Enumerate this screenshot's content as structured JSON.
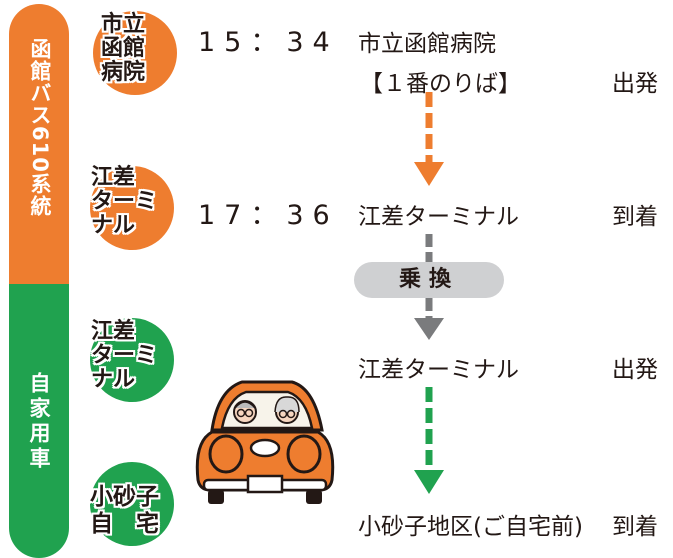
{
  "left_bar": {
    "bus_label": "函館バス610系統",
    "car_label": "自家用車",
    "bus_color": "#ee7d2f",
    "car_color": "#20a24f"
  },
  "stops": [
    {
      "label": "市立\n函館\n病院",
      "time": "15：34",
      "place": "市立函館病院",
      "sub": "【１番のりば】",
      "status": "出発"
    },
    {
      "label": "江差\nターミ\nナル",
      "time": "17：36",
      "place": "江差ターミナル",
      "status": "到着"
    },
    {
      "label": "江差\nターミ\nナル",
      "place": "江差ターミナル",
      "status": "出発"
    },
    {
      "label": "小砂子\n自　宅",
      "place": "小砂子地区(ご自宅前)",
      "status": "到着"
    }
  ],
  "transfer": {
    "label": "乗換"
  },
  "colors": {
    "orange_arrow": "#ee7d2f",
    "gray_arrow": "#7a7b7d",
    "green_arrow": "#20a24f"
  },
  "icons": [
    "car-with-elderly-couple-icon"
  ]
}
